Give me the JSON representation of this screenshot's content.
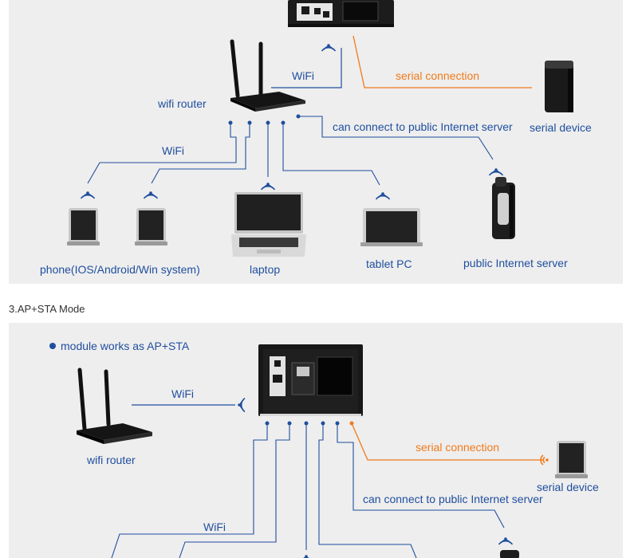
{
  "colors": {
    "blue": "#1f4e9e",
    "orange": "#f07a1a",
    "panel": "#eeeeee"
  },
  "top_panel": {
    "wifi_label": "WiFi",
    "wifi_router": "wifi router",
    "serial_connection": "serial connection",
    "serial_device": "serial device",
    "public_internet": "can connect to public Internet server",
    "wifi_label_2": "WiFi",
    "phone": "phone(IOS/Android/Win system)",
    "laptop": "laptop",
    "tablet": "tablet PC",
    "public_server": "public Internet server"
  },
  "section_title": "3.AP+STA Mode",
  "bottom_panel": {
    "module_note": "module works as AP+STA",
    "wifi_label": "WiFi",
    "wifi_router": "wifi router",
    "serial_connection": "serial connection",
    "serial_device": "serial device",
    "public_internet": "can connect to public Internet server",
    "wifi_label_2": "WiFi"
  },
  "icons": [
    "wifi-module-icon",
    "router-icon",
    "serial-device-icon",
    "phone-icon",
    "laptop-icon",
    "tablet-icon",
    "server-icon",
    "wifi-signal-icon"
  ]
}
